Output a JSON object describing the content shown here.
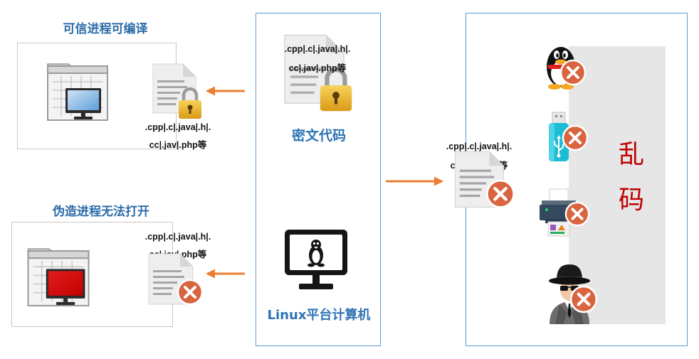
{
  "trusted": {
    "title": "可信进程可编译",
    "ext_line1": ".cpp|.c|.java|.h|.",
    "ext_line2": "cc|.jav|.php等"
  },
  "forged": {
    "title": "伪造进程无法打开",
    "ext_line1": ".cpp|.c|.java|.h|.",
    "ext_line2": "cc|.jav|.php等"
  },
  "center": {
    "ext_line1": ".cpp|.c|.java|.h|.",
    "ext_line2": "cc|.jav|.php等",
    "cipher_label": "密文代码",
    "computer_label": "Linux平台计算机"
  },
  "external": {
    "ext_line1": ".cpp|.c|.java|.h|.",
    "ext_line2": "cc|.jav|.php等",
    "garbled_char1": "乱",
    "garbled_char2": "码"
  },
  "colors": {
    "title_blue": "#2b6ca8",
    "label_blue": "#2e74b5",
    "box_border": "#5b9bd5",
    "arrow": "#ed7d31",
    "x_mark": "#d9643f",
    "garbled": "#c00000"
  },
  "icons": {
    "trusted_window": "window-monitor-blue-icon",
    "trusted_file": "locked-file-icon",
    "forged_window": "window-monitor-red-icon",
    "forged_file": "rejected-file-icon",
    "center_file": "locked-file-icon",
    "center_computer": "linux-computer-icon",
    "external_file": "rejected-file-icon",
    "external_devices": [
      "qq-penguin-icon",
      "usb-drive-icon",
      "printer-icon",
      "spy-icon"
    ],
    "reject_mark": "x-circle-icon"
  }
}
